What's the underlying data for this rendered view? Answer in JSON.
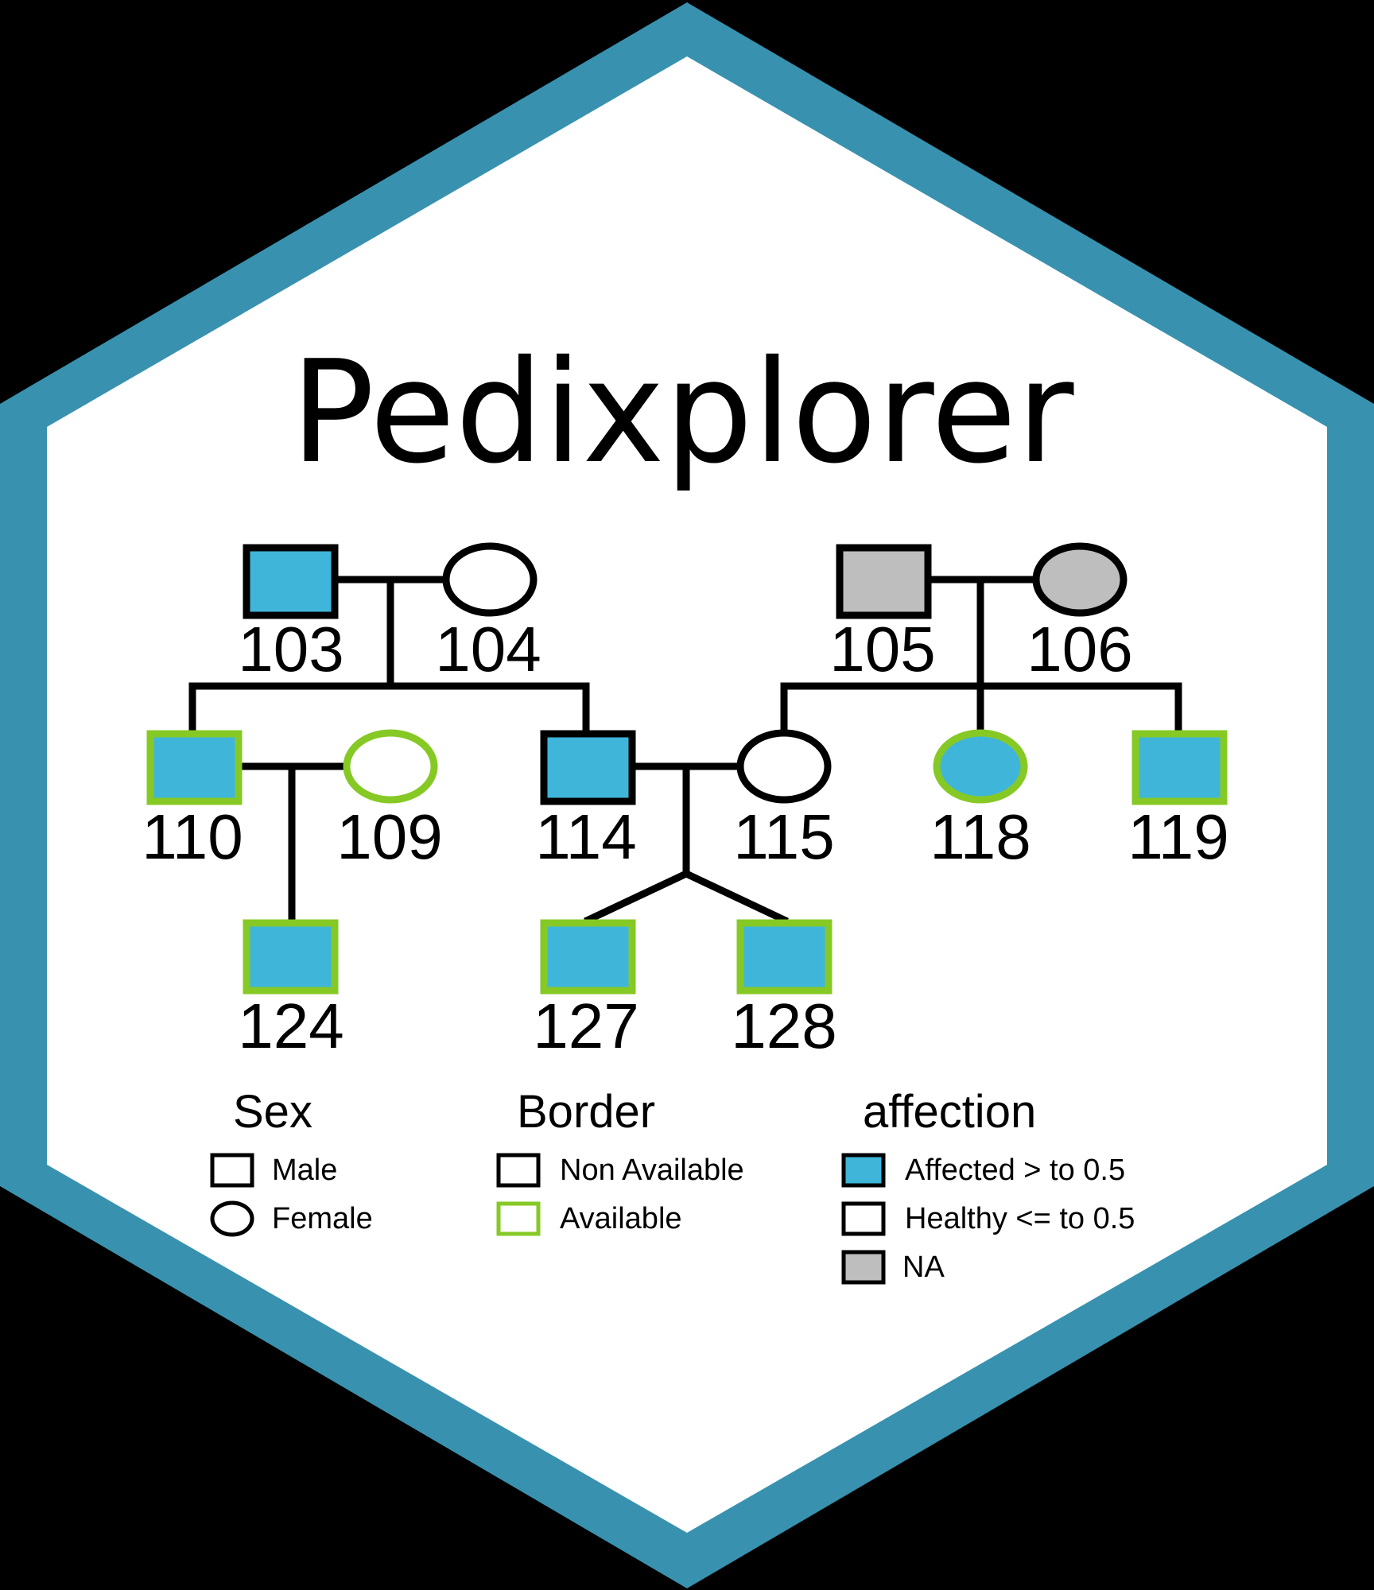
{
  "title": "Pedixplorer",
  "colors": {
    "hex_border": "#3892af",
    "hex_fill": "#ffffff",
    "background": "#000000",
    "affected": "#3fb6d9",
    "healthy": "#ffffff",
    "na": "#bebebe",
    "available_border": "#86c925",
    "non_available_border": "#000000"
  },
  "pedigree": {
    "individuals": [
      {
        "id": "103",
        "sex": "male",
        "affection": "affected",
        "available": false
      },
      {
        "id": "104",
        "sex": "female",
        "affection": "healthy",
        "available": false
      },
      {
        "id": "105",
        "sex": "male",
        "affection": "NA",
        "available": false
      },
      {
        "id": "106",
        "sex": "female",
        "affection": "NA",
        "available": false
      },
      {
        "id": "110",
        "sex": "male",
        "affection": "affected",
        "available": true
      },
      {
        "id": "109",
        "sex": "female",
        "affection": "healthy",
        "available": true
      },
      {
        "id": "114",
        "sex": "male",
        "affection": "affected",
        "available": false
      },
      {
        "id": "115",
        "sex": "female",
        "affection": "healthy",
        "available": false
      },
      {
        "id": "118",
        "sex": "female",
        "affection": "affected",
        "available": true
      },
      {
        "id": "119",
        "sex": "male",
        "affection": "affected",
        "available": true
      },
      {
        "id": "124",
        "sex": "male",
        "affection": "affected",
        "available": true
      },
      {
        "id": "127",
        "sex": "male",
        "affection": "affected",
        "available": true
      },
      {
        "id": "128",
        "sex": "male",
        "affection": "affected",
        "available": true
      }
    ],
    "labels": {
      "i103": "103",
      "i104": "104",
      "i105": "105",
      "i106": "106",
      "i110": "110",
      "i109": "109",
      "i114": "114",
      "i115": "115",
      "i118": "118",
      "i119": "119",
      "i124": "124",
      "i127": "127",
      "i128": "128"
    }
  },
  "legend": {
    "sex": {
      "heading": "Sex",
      "items": [
        {
          "label": "Male",
          "shape": "square"
        },
        {
          "label": "Female",
          "shape": "circle"
        }
      ]
    },
    "border": {
      "heading": "Border",
      "items": [
        {
          "label": "Non Available",
          "color": "#000000"
        },
        {
          "label": "Available",
          "color": "#86c925"
        }
      ]
    },
    "affection": {
      "heading": "affection",
      "items": [
        {
          "label": "Affected > to 0.5",
          "color": "#3fb6d9"
        },
        {
          "label": "Healthy <= to 0.5",
          "color": "#ffffff"
        },
        {
          "label": "NA",
          "color": "#bebebe"
        }
      ]
    }
  }
}
